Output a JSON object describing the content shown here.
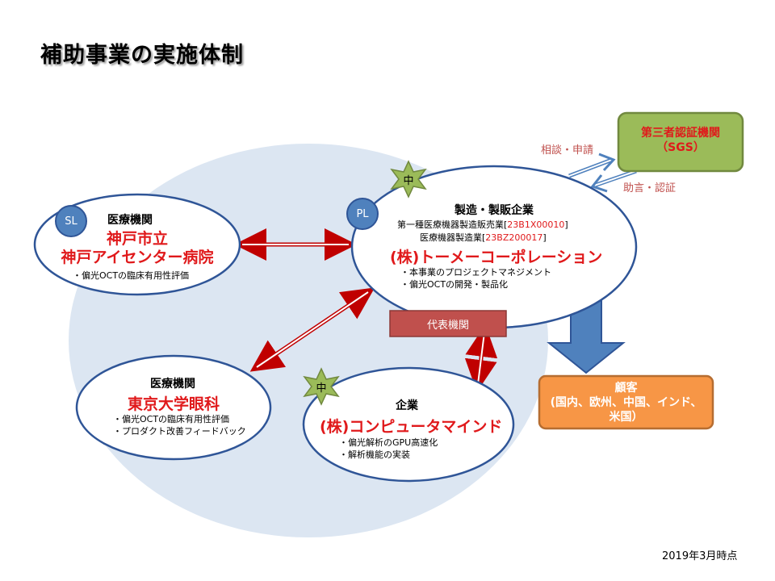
{
  "title": "補助事業の実施体制",
  "date": "2019年3月時点",
  "shinsei": "相談・申請",
  "jogen": "助言・認証",
  "third_party": {
    "line1": "第三者認証機関",
    "line2": "（SGS）"
  },
  "kobe": {
    "badge": "SL",
    "header": "医療機関",
    "name1": "神戸市立",
    "name2": "神戸アイセンター病院",
    "bullets": [
      "偏光OCTの臨床有用性評価"
    ]
  },
  "tomey": {
    "badge": "PL",
    "star": "中",
    "header": "製造・製販企業",
    "license1_label": "第一種医療機器製造販売業[",
    "license1_code": "23B1X00010",
    "license1_end": "]",
    "license2_label": "医療機器製造業[",
    "license2_code": "23BZ200017",
    "license2_end": "]",
    "name": "(株)トーメーコーポレーション",
    "bullets": [
      "本事業のプロジェクトマネジメント",
      "偏光OCTの開発・製品化"
    ]
  },
  "representative": "代表機関",
  "todai": {
    "header": "医療機関",
    "name": "東京大学眼科",
    "bullets": [
      "偏光OCTの臨床有用性評価",
      "プロダクト改善フィードバック"
    ]
  },
  "cmind": {
    "star": "中",
    "header": "企業",
    "name": "(株)コンピュータマインド",
    "bullets": [
      "偏光解析のGPU高速化",
      "解析機能の実装"
    ]
  },
  "customer": {
    "header": "顧客",
    "line1": "(国内、欧州、中国、インド、",
    "line2": "米国）"
  },
  "colors": {
    "accent_red": "#e0191b",
    "badge_blue": "#4f81bd",
    "green": "#9bbb59",
    "orange": "#f79646",
    "rep_red": "#c0504d"
  }
}
